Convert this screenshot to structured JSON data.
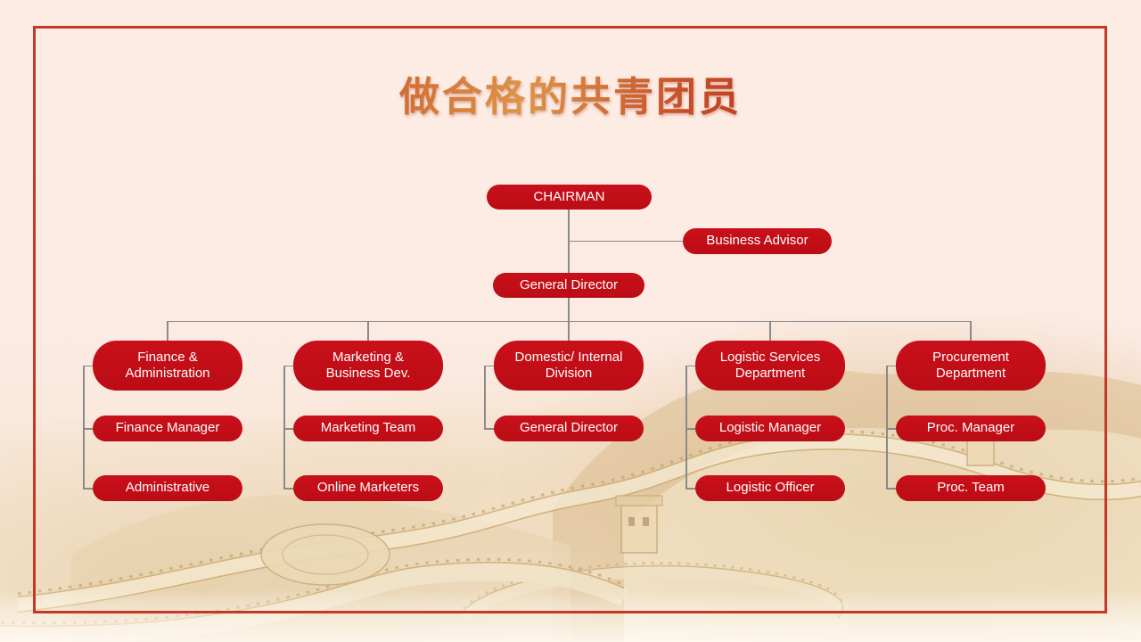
{
  "slide": {
    "title": "做合格的共青团员"
  },
  "org_chart": {
    "chairman": {
      "label": "CHAIRMAN"
    },
    "business_advisor": {
      "label": "Business Advisor"
    },
    "general_director": {
      "label": "General Director"
    },
    "departments": [
      {
        "name_lines": [
          "Finance &",
          "Administration"
        ],
        "children": [
          "Finance Manager",
          "Administrative"
        ]
      },
      {
        "name_lines": [
          "Marketing &",
          "Business Dev."
        ],
        "children": [
          "Marketing Team",
          "Online Marketers"
        ]
      },
      {
        "name_lines": [
          "Domestic/ Internal",
          "Division"
        ],
        "children": [
          "General Director"
        ]
      },
      {
        "name_lines": [
          "Logistic Services",
          "Department"
        ],
        "children": [
          "Logistic Manager",
          "Logistic Officer"
        ]
      },
      {
        "name_lines": [
          "Procurement",
          "Department"
        ],
        "children": [
          "Proc. Manager",
          "Proc. Team"
        ]
      }
    ]
  },
  "colors": {
    "node_red": "#C00D18",
    "frame_red": "#C23A27",
    "connector_gray": "#8A8A8A",
    "background_pink": "#FCEBE3",
    "title_gradient": [
      "#B3251D",
      "#DD9448",
      "#B2241B"
    ]
  }
}
